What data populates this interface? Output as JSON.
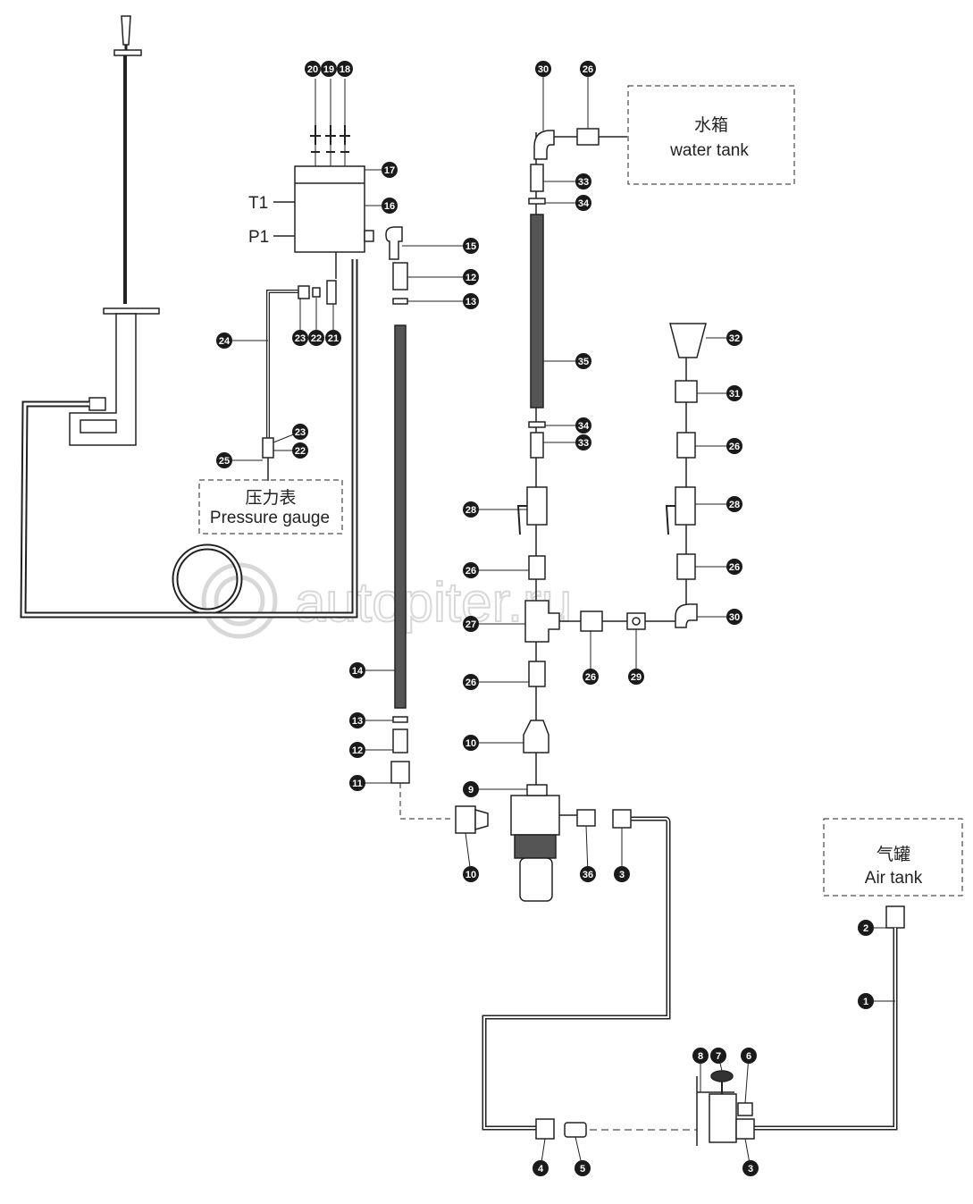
{
  "labels": {
    "water_tank_cn": "水箱",
    "water_tank_en": "water tank",
    "pressure_gauge_cn": "压力表",
    "pressure_gauge_en": "Pressure gauge",
    "air_tank_cn": "气罐",
    "air_tank_en": "Air tank",
    "t1": "T1",
    "p1": "P1"
  },
  "watermark": "autopiter.ru",
  "callouts": [
    {
      "num": "20"
    },
    {
      "num": "19"
    },
    {
      "num": "18"
    },
    {
      "num": "17"
    },
    {
      "num": "16"
    },
    {
      "num": "15"
    },
    {
      "num": "12"
    },
    {
      "num": "13"
    },
    {
      "num": "23"
    },
    {
      "num": "22"
    },
    {
      "num": "21"
    },
    {
      "num": "24"
    },
    {
      "num": "23"
    },
    {
      "num": "22"
    },
    {
      "num": "25"
    },
    {
      "num": "30"
    },
    {
      "num": "26"
    },
    {
      "num": "33"
    },
    {
      "num": "34"
    },
    {
      "num": "35"
    },
    {
      "num": "34"
    },
    {
      "num": "33"
    },
    {
      "num": "28"
    },
    {
      "num": "26"
    },
    {
      "num": "27"
    },
    {
      "num": "26"
    },
    {
      "num": "29"
    },
    {
      "num": "26"
    },
    {
      "num": "10"
    },
    {
      "num": "9"
    },
    {
      "num": "32"
    },
    {
      "num": "31"
    },
    {
      "num": "26"
    },
    {
      "num": "28"
    },
    {
      "num": "26"
    },
    {
      "num": "30"
    },
    {
      "num": "14"
    },
    {
      "num": "13"
    },
    {
      "num": "12"
    },
    {
      "num": "11"
    },
    {
      "num": "10"
    },
    {
      "num": "36"
    },
    {
      "num": "3"
    },
    {
      "num": "2"
    },
    {
      "num": "1"
    },
    {
      "num": "8"
    },
    {
      "num": "7"
    },
    {
      "num": "6"
    },
    {
      "num": "4"
    },
    {
      "num": "5"
    },
    {
      "num": "3"
    }
  ],
  "colors": {
    "line": "#222222",
    "callout_fill": "#1a1a1a",
    "watermark": "#d8d8d8"
  }
}
